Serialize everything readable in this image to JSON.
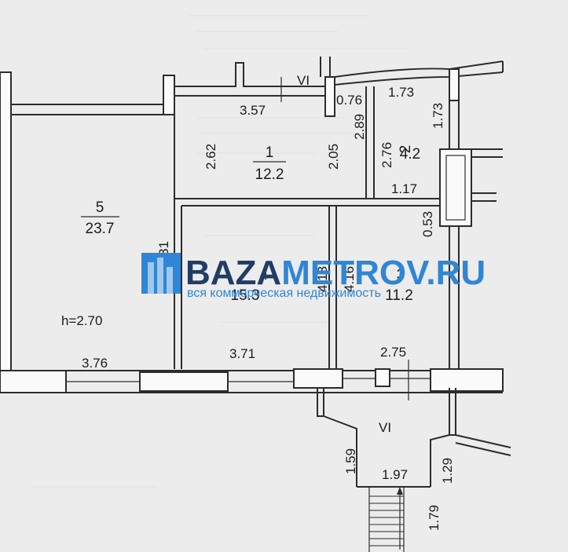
{
  "section_mark": "VI",
  "rooms": [
    {
      "number": "5",
      "area": "23.7"
    },
    {
      "number": "1",
      "area": "12.2"
    },
    {
      "number": "2",
      "area": "4.2"
    },
    {
      "number": "4",
      "area": "15.3"
    },
    {
      "number": "3",
      "area": "11.2"
    }
  ],
  "dimensions": {
    "d_357": "3.57",
    "d_076": "0.76",
    "d_173_top": "1.73",
    "d_173_side": "1.73",
    "d_262": "2.62",
    "d_205": "2.05",
    "d_289": "2.89",
    "d_276": "2.76",
    "d_117": "1.17",
    "d_053": "0.53",
    "d_376": "3.76",
    "d_371": "3.71",
    "d_275": "2.75",
    "d_159": "1.59",
    "d_197": "1.97",
    "d_129": "1.29",
    "d_179": "1.79",
    "d_431": "4.31",
    "d_413": "4.13",
    "d_416": "4.16"
  },
  "ceiling_height": "h=2.70",
  "watermark": {
    "brand_left": "BAZA",
    "brand_right": "METROV.RU",
    "tagline": "вся коммерческая недвижимость",
    "color_dark": "#1f3d66",
    "color_accent": "#2f86d6"
  }
}
